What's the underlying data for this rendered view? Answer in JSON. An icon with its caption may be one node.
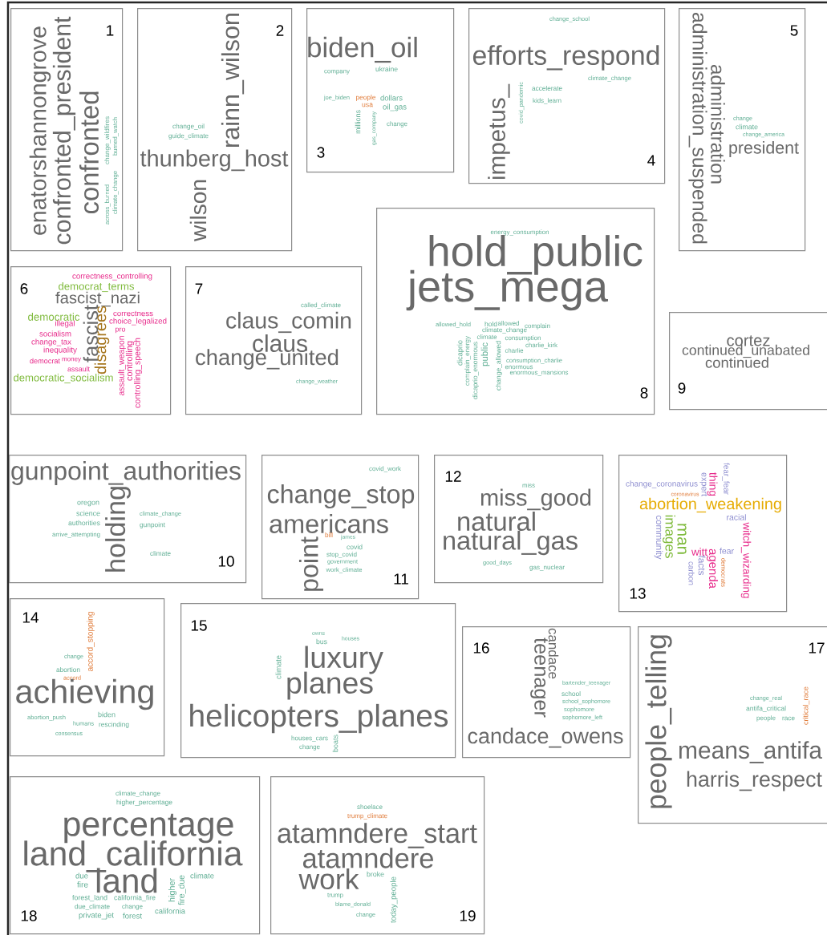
{
  "diagram": {
    "nodes": [
      {
        "text": [
          "1",
          "enatorshannongrove",
          "confronted_president",
          "confronted",
          "change_wildfires",
          "burned_watch",
          "across_burned",
          "climate_change"
        ]
      },
      {
        "text": [
          "2",
          "rainn_wilson",
          "thunberg_host",
          "wilson",
          "guide_climate",
          "change_oil"
        ]
      },
      {
        "text": [
          "biden_oil",
          "ukraine",
          "people",
          "usa",
          "joe_biden",
          "millions",
          "gas_company",
          "company",
          "dollars",
          "oil_gas",
          "change",
          "3"
        ]
      },
      {
        "text": [
          "efforts_respond",
          "impetus_",
          "covid_pandemic",
          "accelerate",
          "kids_learn",
          "climate_change",
          "change_school",
          "4"
        ]
      },
      {
        "text": [
          "5",
          "administration_suspended",
          "administration",
          "president",
          "change_america",
          "change",
          "climate"
        ]
      },
      {
        "text": [
          "6",
          "correctness_controlling",
          "democrat_terms",
          "fascist_nazi",
          "democratic",
          "illegal",
          "socialism",
          "change_tax",
          "inequality",
          "democrat",
          "money",
          "assault",
          "democratic_socialism",
          "fascist",
          "disagrees",
          "correctness",
          "choice_legalized",
          "pro",
          "assault_weapon",
          "controlling",
          "controlling_speech"
        ]
      },
      {
        "text": [
          "7",
          "claus_comin",
          "claus",
          "change_united",
          "change_weather",
          "called_climate"
        ]
      },
      {
        "text": [
          "energy_consumption",
          "hold_public",
          "jets_mega",
          "allowed_hold",
          "hold",
          "allowed",
          "complain",
          "climate_change",
          "climate",
          "consumption",
          "charlie_kirk",
          "charlie",
          "consumption_charlie",
          "enormous",
          "enormous_mansions",
          "dicaprio",
          "complain_energy",
          "dicaprio_enormous",
          "public",
          "change_allowed",
          "8"
        ]
      },
      {
        "text": [
          "cortez",
          "continued_unabated",
          "continued",
          "9"
        ]
      },
      {
        "text": [
          "gunpoint_authorities",
          "holding",
          "climate_change",
          "gunpoint",
          "arrive_attempting",
          "oregon",
          "science",
          "authorities",
          "climate",
          "10"
        ]
      },
      {
        "text": [
          "change_stop",
          "americans",
          "point",
          "bill",
          "james",
          "covid",
          "stop_covid",
          "government",
          "work_climate",
          "covid_work",
          "11"
        ]
      },
      {
        "text": [
          "12",
          "miss_good",
          "natural",
          "natural_gas",
          "miss",
          "good_days",
          "gas_nuclear"
        ]
      },
      {
        "text": [
          "change_coronavirus",
          "coronavirus",
          "expert",
          "thing",
          "fear_fear",
          "abortion_weakening",
          "racial",
          "images",
          "community",
          "man",
          "witch_wizarding",
          "witt",
          "agenda",
          "fear",
          "carbon",
          "facts",
          "democrats",
          "13"
        ]
      },
      {
        "text": [
          "14",
          "accord_stopping",
          "accord",
          "achieving",
          "abortion_push",
          "biden",
          "humans",
          "rescinding",
          "consensus",
          "change",
          "abortion"
        ]
      },
      {
        "text": [
          "15",
          "luxury",
          "planes",
          "helicopters_planes",
          "houses",
          "owns",
          "bus",
          "houses_cars",
          "change",
          "boats",
          "climate"
        ]
      },
      {
        "text": [
          "16",
          "candace",
          "teenager",
          "candace_owens",
          "bartender_teenager",
          "school",
          "school_sophomore",
          "sophomore",
          "sophomore_left"
        ]
      },
      {
        "text": [
          "17",
          "people_telling",
          "means_antifa",
          "harris_respect",
          "critical_race",
          "change_real",
          "antifa_critical",
          "people",
          "race"
        ]
      },
      {
        "text": [
          "climate_change",
          "higher_percentage",
          "percentage",
          "land_california",
          "land",
          "forest_land",
          "due_climate",
          "california_fire",
          "change",
          "private_jet",
          "forest",
          "california",
          "higher",
          "fire_due",
          "due",
          "fire",
          "climate",
          "18"
        ]
      },
      {
        "text": [
          "shoelace",
          "trump_climate",
          "atamndere_start",
          "atamndere",
          "work",
          "today_people",
          "blame_donald",
          "trump",
          "broke",
          "change",
          "19"
        ]
      }
    ]
  }
}
